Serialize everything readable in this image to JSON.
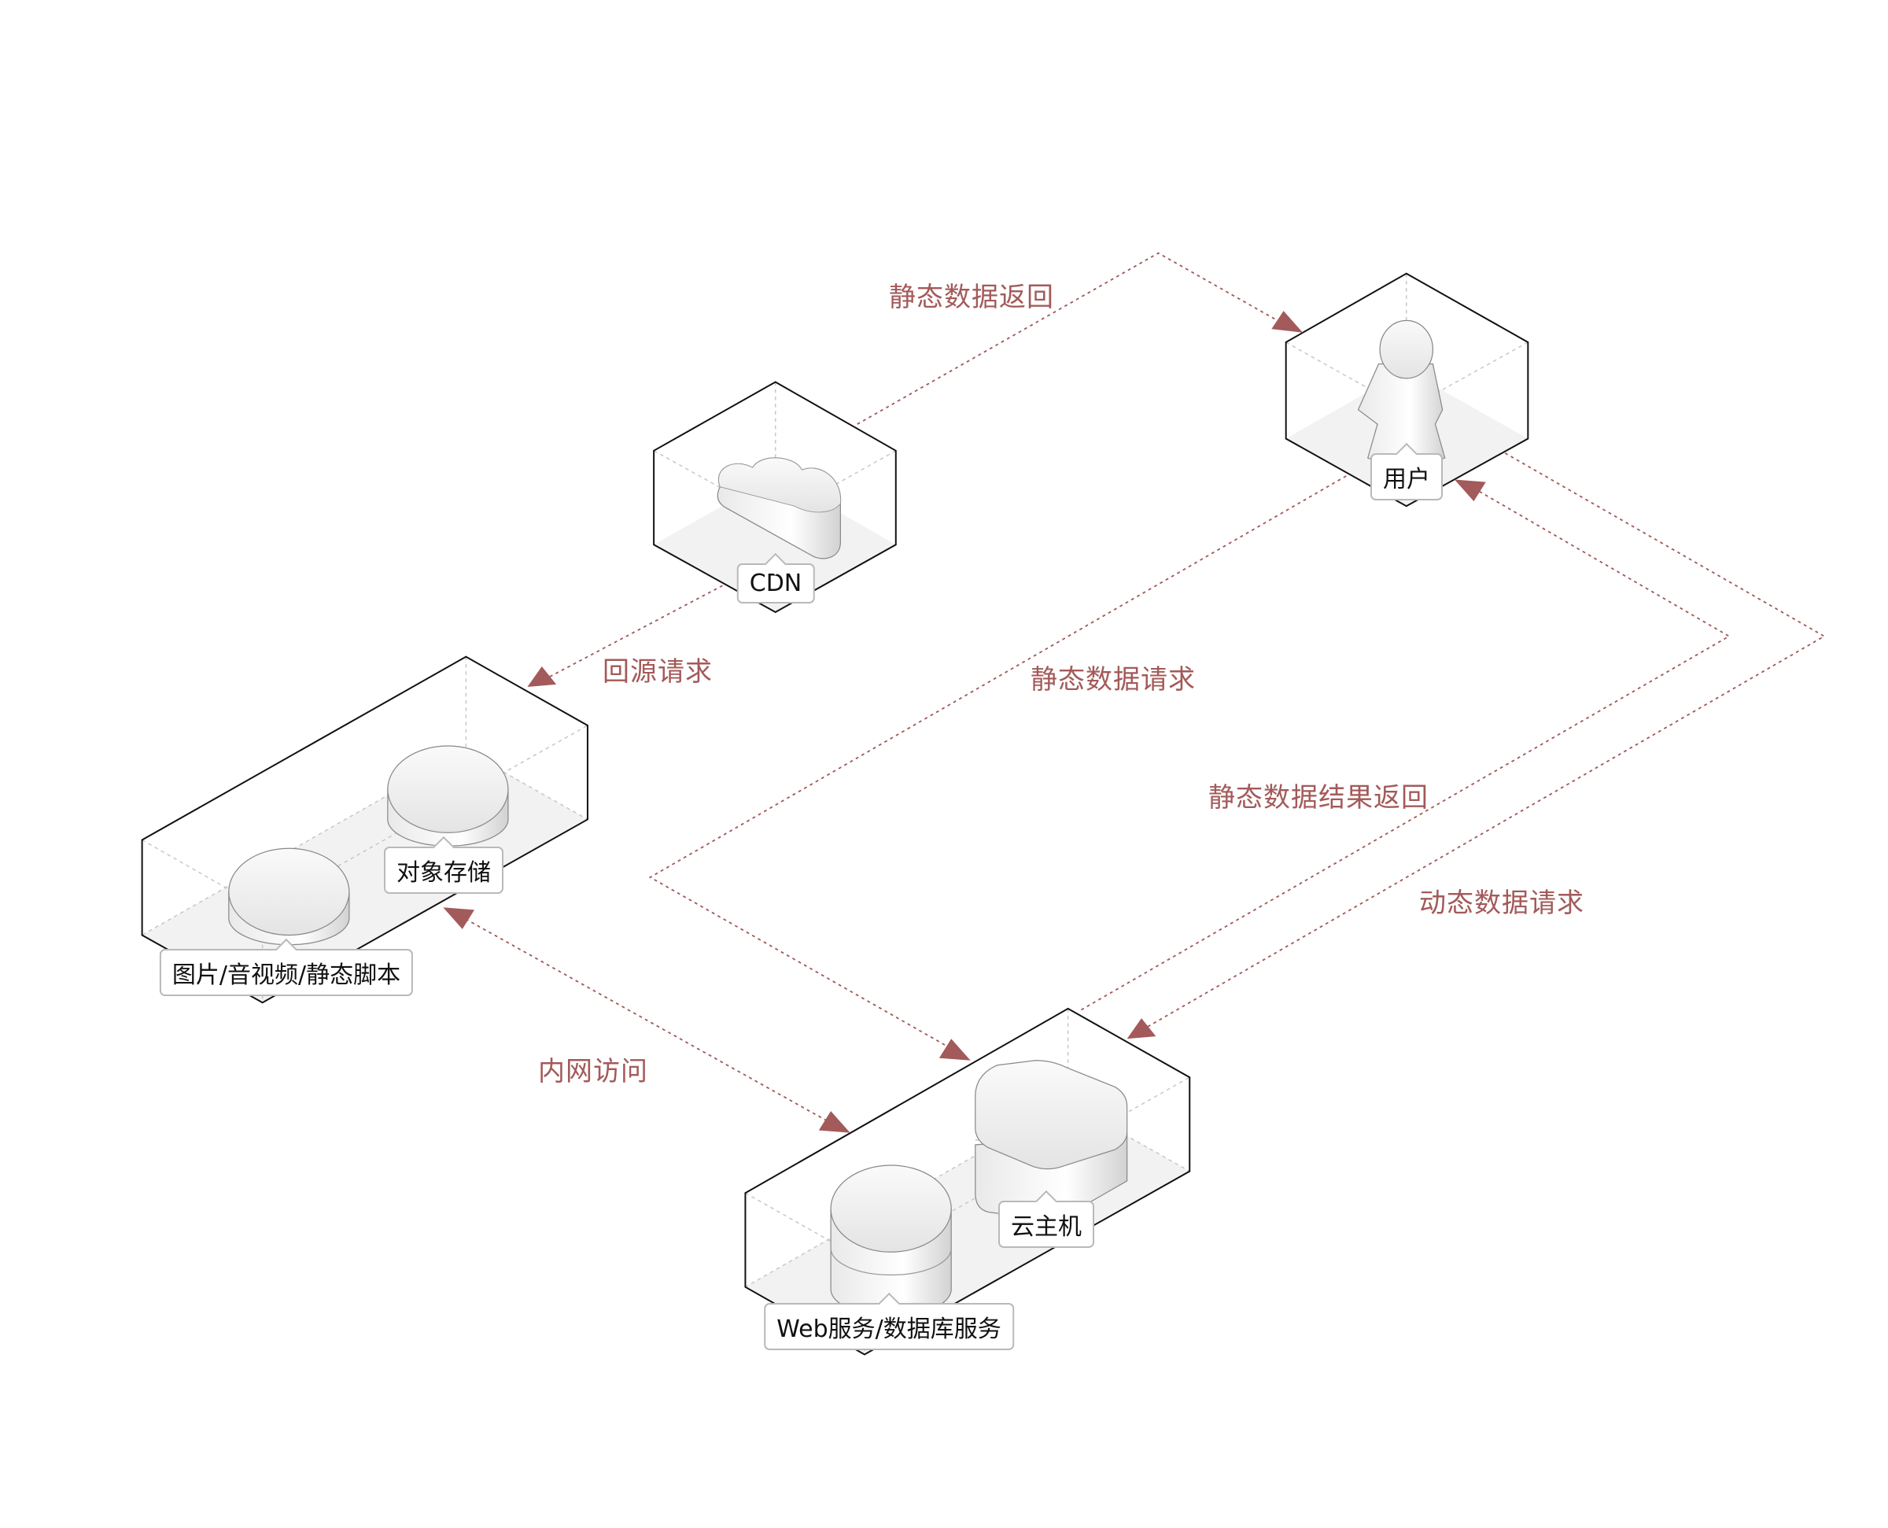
{
  "nodes": {
    "cdn": {
      "label": "CDN",
      "icon": "cloud-icon"
    },
    "user": {
      "label": "用户",
      "icon": "user-icon"
    },
    "object_storage": {
      "label": "对象存储",
      "icon": "storage-disk-icon"
    },
    "static_assets": {
      "label": "图片/音视频/静态脚本",
      "icon": "storage-disk-icon"
    },
    "cloud_host": {
      "label": "云主机",
      "icon": "server-icon"
    },
    "web_db": {
      "label": "Web服务/数据库服务",
      "icon": "database-icon"
    }
  },
  "flows": {
    "static_return": "静态数据返回",
    "origin_fetch": "回源请求",
    "static_request": "静态数据请求",
    "static_result_return": "静态数据结果返回",
    "dynamic_request": "动态数据请求",
    "intranet_access": "内网访问"
  },
  "colors": {
    "flow": "#a35a5a",
    "outline": "#111111",
    "guide": "#c8c8c8",
    "floor": "#f2f2f2"
  }
}
